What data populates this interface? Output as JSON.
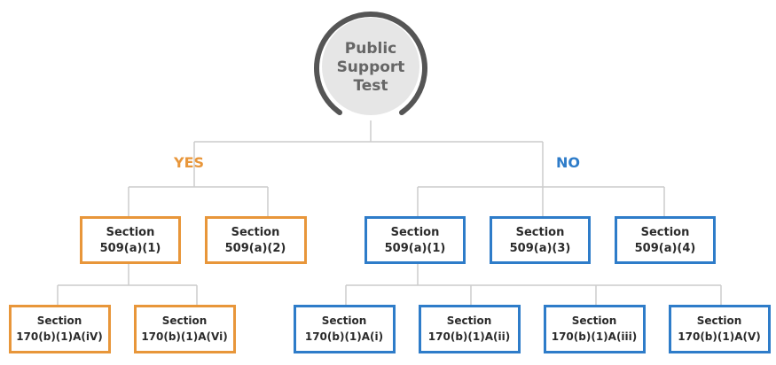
{
  "colors": {
    "yes": "#E8963A",
    "no": "#2E7CC9",
    "connector": "#cccccc",
    "root_ring": "#555555",
    "root_fill": "#e6e6e6"
  },
  "root": {
    "lines": [
      "Public",
      "Support",
      "Test"
    ]
  },
  "branches": {
    "yes_label": "YES",
    "no_label": "NO"
  },
  "yes_nodes": {
    "n1": {
      "line1": "Section",
      "line2": "509(a)(1)"
    },
    "n2": {
      "line1": "Section",
      "line2": "509(a)(2)"
    },
    "c1": {
      "line1": "Section",
      "line2": "170(b)(1)A(iV)"
    },
    "c2": {
      "line1": "Section",
      "line2": "170(b)(1)A(Vi)"
    }
  },
  "no_nodes": {
    "n1": {
      "line1": "Section",
      "line2": "509(a)(1)"
    },
    "n2": {
      "line1": "Section",
      "line2": "509(a)(3)"
    },
    "n3": {
      "line1": "Section",
      "line2": "509(a)(4)"
    },
    "c1": {
      "line1": "Section",
      "line2": "170(b)(1)A(i)"
    },
    "c2": {
      "line1": "Section",
      "line2": "170(b)(1)A(ii)"
    },
    "c3": {
      "line1": "Section",
      "line2": "170(b)(1)A(iii)"
    },
    "c4": {
      "line1": "Section",
      "line2": "170(b)(1)A(V)"
    }
  }
}
